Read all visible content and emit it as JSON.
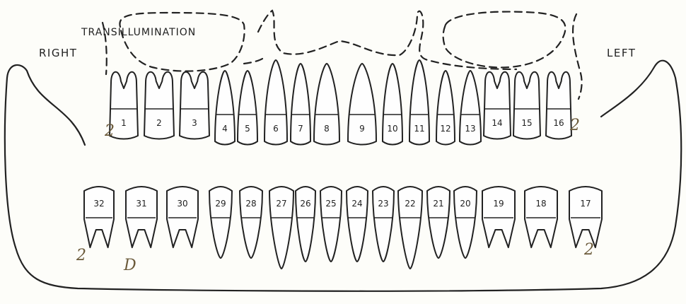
{
  "labels": {
    "right": "RIGHT",
    "left": "LEFT",
    "transillumination": "TRANSILLUMINATION"
  },
  "upper_teeth": [
    "1",
    "2",
    "3",
    "4",
    "5",
    "6",
    "7",
    "8",
    "9",
    "10",
    "11",
    "12",
    "13",
    "14",
    "15",
    "16"
  ],
  "lower_teeth": [
    "32",
    "31",
    "30",
    "29",
    "28",
    "27",
    "26",
    "25",
    "24",
    "23",
    "22",
    "21",
    "20",
    "19",
    "18",
    "17"
  ],
  "annotations": {
    "mark_upper_right": "2",
    "mark_upper_left": "2",
    "mark_lower_right": "2",
    "mark_lower_right_d": "D",
    "mark_lower_left": "2"
  },
  "colors": {
    "ink": "#222222",
    "annotation": "#6b5a3a",
    "paper": "#fdfdf9"
  }
}
